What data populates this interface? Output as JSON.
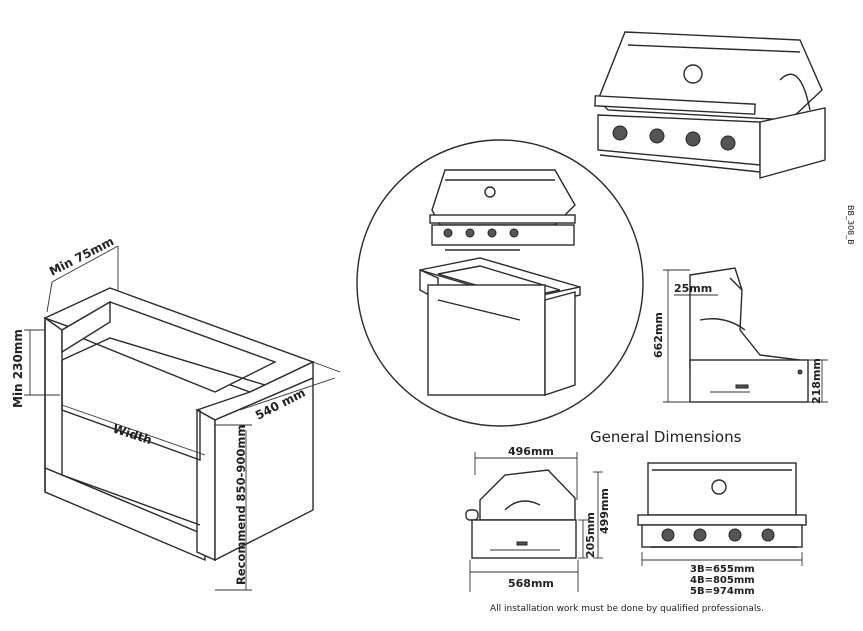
{
  "title": "General Dimensions",
  "footer_note": "All installation work must be done by qualified professionals.",
  "side_code": "BB_308_B",
  "cabinet": {
    "min_top": "Min 75mm",
    "min_depth_left": "Min 230mm",
    "depth": "540 mm",
    "width": "Width",
    "height": "Recommend 850-900mm"
  },
  "side_view": {
    "lip": "25mm",
    "total_height": "662mm",
    "base_height": "218mm"
  },
  "front_view": {
    "widths": [
      "3B=655mm",
      "4B=805mm",
      "5B=974mm"
    ]
  },
  "profile_view": {
    "top_depth": "496mm",
    "bottom_depth": "568mm",
    "base_height": "205mm",
    "total_height": "499mm"
  }
}
